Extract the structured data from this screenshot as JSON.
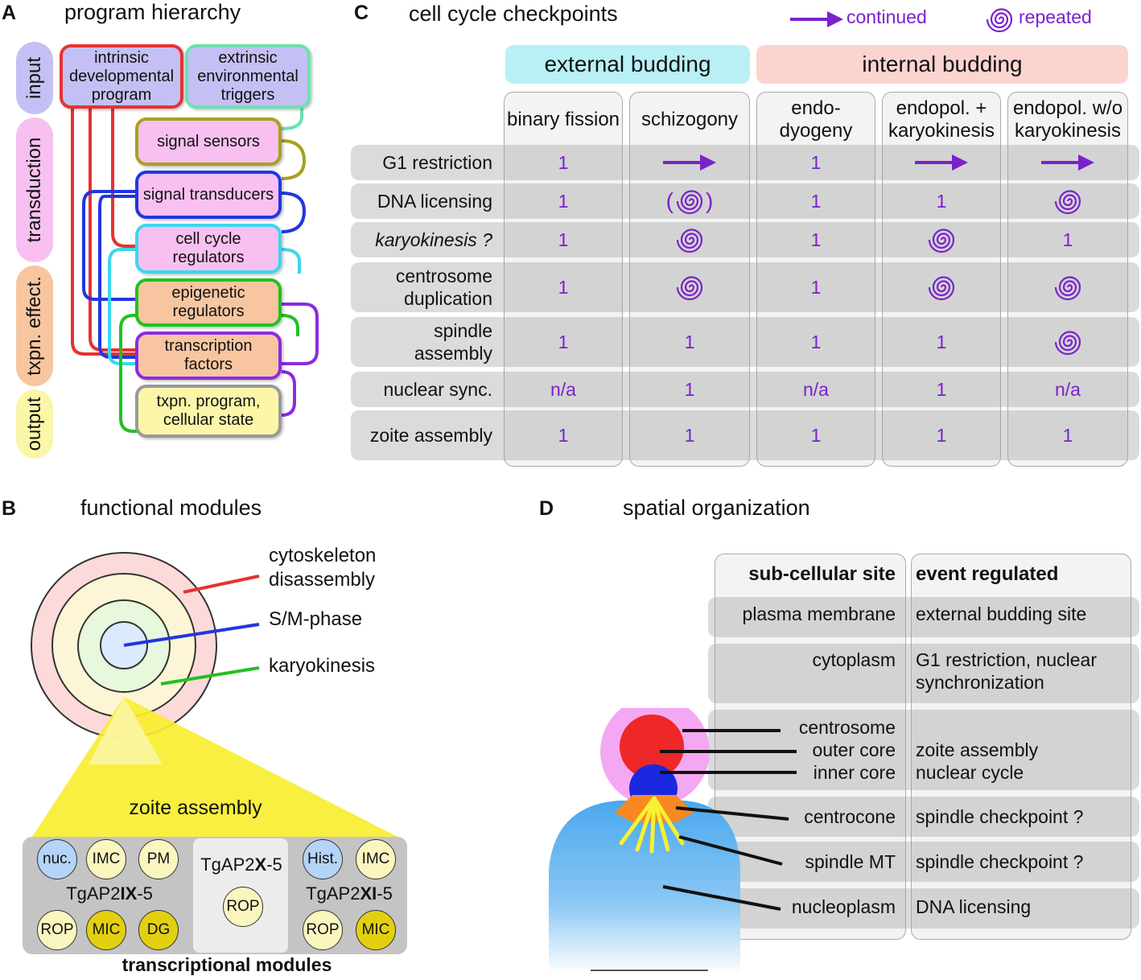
{
  "panelA": {
    "label": "A",
    "title": "program hierarchy",
    "levels": [
      "input",
      "transduction",
      "txpn. effect.",
      "output"
    ],
    "boxes": {
      "intrinsic": "intrinsic developmental program",
      "extrinsic": "extrinsic environmental triggers",
      "sensors": "signal sensors",
      "transducers": "signal transducers",
      "regulators": "cell cycle regulators",
      "epigenetic": "epigenetic regulators",
      "tfactors": "transcription factors",
      "program": "txpn. program, cellular state"
    },
    "colors": {
      "input": "#c4c0f3",
      "transduction": "#f7c0f0",
      "effect": "#f7c6a0",
      "output": "#fbf6a8"
    }
  },
  "panelB": {
    "label": "B",
    "title": "functional modules",
    "ring_labels": [
      "cytoskeleton disassembly",
      "S/M-phase",
      "karyokinesis"
    ],
    "triangle_label": "zoite assembly",
    "groups": [
      {
        "name_pre": "TgAP2",
        "name_bold": "IX",
        "name_post": "-5",
        "modules": [
          "nuc.",
          "IMC",
          "PM",
          "ROP",
          "MIC",
          "DG"
        ]
      },
      {
        "name_pre": "TgAP2",
        "name_bold": "X",
        "name_post": "-5",
        "modules": [
          "ROP"
        ]
      },
      {
        "name_pre": "TgAP2",
        "name_bold": "XI",
        "name_post": "-5",
        "modules": [
          "Hist.",
          "IMC",
          "ROP",
          "MIC"
        ]
      }
    ],
    "footer": "transcriptional modules"
  },
  "panelC": {
    "label": "C",
    "title": "cell cycle checkpoints",
    "legend": {
      "continued": "continued",
      "repeated": "repeated"
    },
    "groups": [
      "external budding",
      "internal budding"
    ],
    "columns": [
      "binary fission",
      "schizogony",
      "endo- dyogeny",
      "endopol. + karyokinesis",
      "endopol. w/o karyokinesis"
    ],
    "rows": [
      {
        "label": "G1 restriction",
        "cells": [
          "1",
          "continued",
          "1",
          "continued",
          "continued"
        ]
      },
      {
        "label": "DNA licensing",
        "cells": [
          "1",
          "(repeated)",
          "1",
          "1",
          "repeated"
        ]
      },
      {
        "label": "karyokinesis ?",
        "italic": true,
        "cells": [
          "1",
          "repeated",
          "1",
          "repeated",
          "1"
        ]
      },
      {
        "label": "centrosome duplication",
        "cells": [
          "1",
          "repeated",
          "1",
          "repeated",
          "repeated"
        ]
      },
      {
        "label": "spindle assembly",
        "cells": [
          "1",
          "1",
          "1",
          "1",
          "repeated"
        ]
      },
      {
        "label": "nuclear sync.",
        "cells": [
          "n/a",
          "1",
          "n/a",
          "1",
          "n/a"
        ]
      },
      {
        "label": "zoite assembly",
        "cells": [
          "1",
          "1",
          "1",
          "1",
          "1"
        ]
      }
    ],
    "accent": "#7a22cc"
  },
  "panelD": {
    "label": "D",
    "title": "spatial organization",
    "headers": [
      "sub-cellular site",
      "event regulated"
    ],
    "rows": [
      {
        "site": "plasma membrane",
        "event": "external budding site"
      },
      {
        "site": "cytoplasm",
        "event": "G1 restriction, nuclear synchronization"
      },
      {
        "site": "centrosome outer core inner core",
        "event": "zoite assembly nuclear cycle"
      },
      {
        "site": "centrocone",
        "event": "spindle checkpoint ?"
      },
      {
        "site": "spindle MT",
        "event": "spindle checkpoint ?"
      },
      {
        "site": "nucleoplasm",
        "event": "DNA licensing"
      }
    ]
  }
}
